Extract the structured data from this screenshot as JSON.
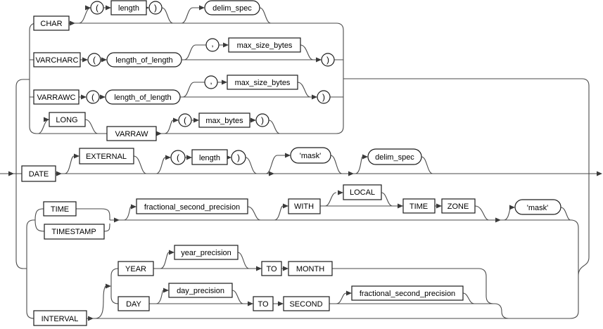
{
  "diagram": {
    "nodes": {
      "char": "CHAR",
      "lparen": "(",
      "rparen": ")",
      "comma": ",",
      "length": "length",
      "delim_spec": "delim_spec",
      "varcharc": "VARCHARC",
      "length_of_length": "length_of_length",
      "max_size_bytes": "max_size_bytes",
      "varrawc": "VARRAWC",
      "long": "LONG",
      "varraw": "VARRAW",
      "max_bytes": "max_bytes",
      "date": "DATE",
      "external": "EXTERNAL",
      "mask": "'mask'",
      "time": "TIME",
      "timestamp": "TIMESTAMP",
      "fractional_second_precision": "fractional_second_precision",
      "with": "WITH",
      "local": "LOCAL",
      "zone": "ZONE",
      "interval": "INTERVAL",
      "year": "YEAR",
      "year_precision": "year_precision",
      "to": "TO",
      "month": "MONTH",
      "day": "DAY",
      "day_precision": "day_precision",
      "second": "SECOND"
    },
    "colors": {
      "stroke": "#1c1c1c",
      "connector": "#4a4a4a",
      "fill": "#ffffff",
      "background": "#ffffff"
    }
  }
}
